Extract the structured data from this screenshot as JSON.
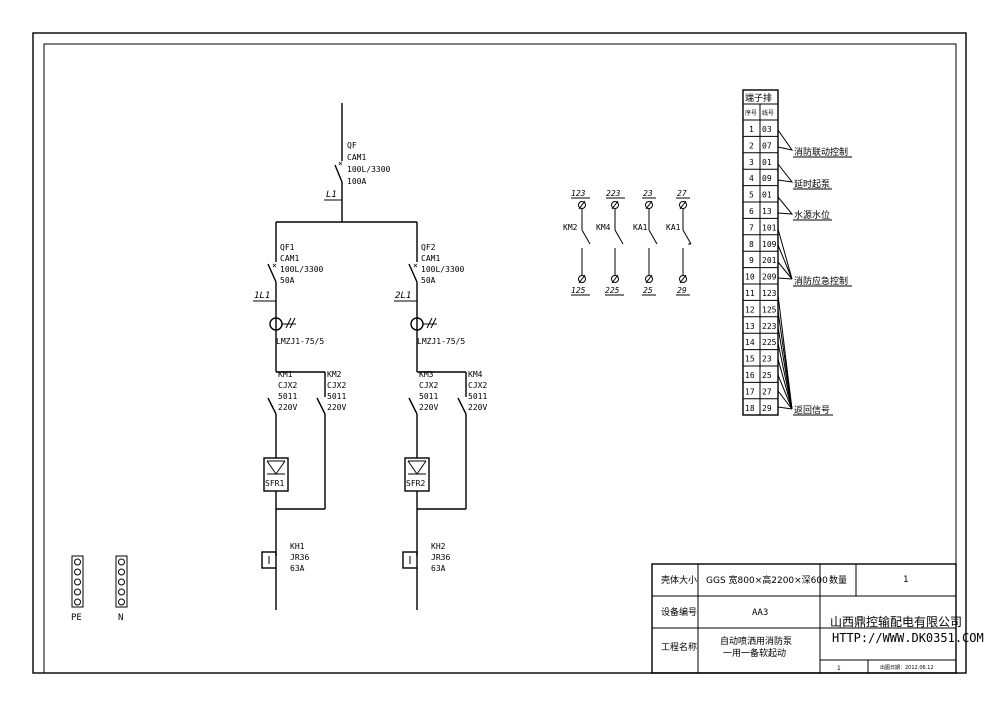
{
  "main_breaker": {
    "tag": "QF",
    "model": "CAM1",
    "rating": "100L/3300",
    "current": "100A",
    "line": "L1"
  },
  "branches": [
    {
      "breaker": {
        "tag": "QF1",
        "model": "CAM1",
        "rating": "100L/3300",
        "current": "50A"
      },
      "line": "1L1",
      "ct": "LMZJ1-75/5",
      "contactor_a": {
        "tag": "KM1",
        "model": "CJX2",
        "rating": "5011",
        "voltage": "220V"
      },
      "contactor_b": {
        "tag": "KM2",
        "model": "CJX2",
        "rating": "5011",
        "voltage": "220V"
      },
      "soft_starter": "SFR1",
      "relay": {
        "tag": "KH1",
        "model": "JR36",
        "current": "63A"
      }
    },
    {
      "breaker": {
        "tag": "QF2",
        "model": "CAM1",
        "rating": "100L/3300",
        "current": "50A"
      },
      "line": "2L1",
      "ct": "LMZJ1-75/5",
      "contactor_a": {
        "tag": "KM3",
        "model": "CJX2",
        "rating": "5011",
        "voltage": "220V"
      },
      "contactor_b": {
        "tag": "KM4",
        "model": "CJX2",
        "rating": "5011",
        "voltage": "220V"
      },
      "soft_starter": "SFR2",
      "relay": {
        "tag": "KH2",
        "model": "JR36",
        "current": "63A"
      }
    }
  ],
  "feedback_contacts": [
    {
      "top": "123",
      "label": "KM2",
      "bottom": "125"
    },
    {
      "top": "223",
      "label": "KM4",
      "bottom": "225"
    },
    {
      "top": "23",
      "label": "KA1",
      "bottom": "25"
    },
    {
      "top": "27",
      "label": "KA1",
      "bottom": "29"
    }
  ],
  "terminal_block": {
    "title": "端子排",
    "headers": [
      "序号",
      "线号"
    ],
    "rows": [
      [
        "1",
        "03"
      ],
      [
        "2",
        "07"
      ],
      [
        "3",
        "01"
      ],
      [
        "4",
        "09"
      ],
      [
        "5",
        "01"
      ],
      [
        "6",
        "13"
      ],
      [
        "7",
        "101"
      ],
      [
        "8",
        "109"
      ],
      [
        "9",
        "201"
      ],
      [
        "10",
        "209"
      ],
      [
        "11",
        "123"
      ],
      [
        "12",
        "125"
      ],
      [
        "13",
        "223"
      ],
      [
        "14",
        "225"
      ],
      [
        "15",
        "23"
      ],
      [
        "16",
        "25"
      ],
      [
        "17",
        "27"
      ],
      [
        "18",
        "29"
      ]
    ],
    "annotations": [
      "消防联动控制",
      "延时起泵",
      "水源水位",
      "消防应急控制",
      "返回信号"
    ]
  },
  "buses": {
    "pe": "PE",
    "n": "N"
  },
  "title_block": {
    "cabinet_size_label": "壳体大小",
    "cabinet_size_value": "GGS 宽800×高2200×深600",
    "quantity_label": "数量",
    "quantity_value": "1",
    "device_no_label": "设备编号",
    "device_no_value": "AA3",
    "project_label": "工程名称",
    "project_value_1": "自动喷洒用消防泵",
    "project_value_2": "一用一备软起动",
    "company": "山西鼎控输配电有限公司",
    "url": "HTTP://WWW.DK0351.COM",
    "sheet": "1",
    "date": "出图日期：2012.06.12"
  }
}
